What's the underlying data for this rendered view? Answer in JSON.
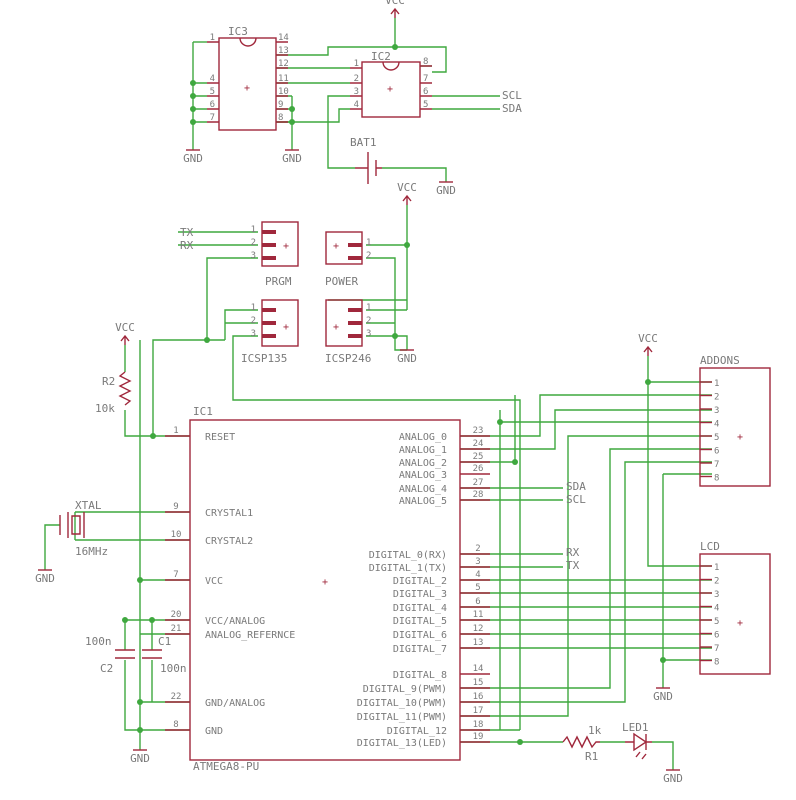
{
  "colors": {
    "wire": "#3fa83f",
    "part": "#a0283c",
    "text": "#7a7a7a"
  },
  "ic1": {
    "name": "IC1",
    "value": "ATMEGA8-PU",
    "left": [
      {
        "num": "1",
        "label": "RESET"
      },
      {
        "num": "9",
        "label": "CRYSTAL1"
      },
      {
        "num": "10",
        "label": "CRYSTAL2"
      },
      {
        "num": "7",
        "label": "VCC"
      },
      {
        "num": "20",
        "label": "VCC/ANALOG"
      },
      {
        "num": "21",
        "label": "ANALOG_REFERNCE"
      },
      {
        "num": "22",
        "label": "GND/ANALOG"
      },
      {
        "num": "8",
        "label": "GND"
      }
    ],
    "right": [
      {
        "num": "23",
        "label": "ANALOG_0"
      },
      {
        "num": "24",
        "label": "ANALOG_1"
      },
      {
        "num": "25",
        "label": "ANALOG_2"
      },
      {
        "num": "26",
        "label": "ANALOG_3"
      },
      {
        "num": "27",
        "label": "ANALOG_4"
      },
      {
        "num": "28",
        "label": "ANALOG_5"
      },
      {
        "num": "2",
        "label": "DIGITAL_0(RX)"
      },
      {
        "num": "3",
        "label": "DIGITAL_1(TX)"
      },
      {
        "num": "4",
        "label": "DIGITAL_2"
      },
      {
        "num": "5",
        "label": "DIGITAL_3"
      },
      {
        "num": "6",
        "label": "DIGITAL_4"
      },
      {
        "num": "11",
        "label": "DIGITAL_5"
      },
      {
        "num": "12",
        "label": "DIGITAL_6"
      },
      {
        "num": "13",
        "label": "DIGITAL_7"
      },
      {
        "num": "14",
        "label": "DIGITAL_8"
      },
      {
        "num": "15",
        "label": "DIGITAL_9(PWM)"
      },
      {
        "num": "16",
        "label": "DIGITAL_10(PWM)"
      },
      {
        "num": "17",
        "label": "DIGITAL_11(PWM)"
      },
      {
        "num": "18",
        "label": "DIGITAL_12"
      },
      {
        "num": "19",
        "label": "DIGITAL_13(LED)"
      }
    ]
  },
  "ic3": {
    "name": "IC3",
    "left": [
      "1",
      "4",
      "5",
      "6",
      "7"
    ],
    "right": [
      "14",
      "13",
      "12",
      "11",
      "10",
      "9",
      "8"
    ]
  },
  "ic2": {
    "name": "IC2",
    "left": [
      "1",
      "2",
      "3",
      "4"
    ],
    "right": [
      "8",
      "7",
      "6",
      "5"
    ]
  },
  "bat": {
    "name": "BAT1"
  },
  "prgm": {
    "name": "PRGM",
    "pins": [
      "1",
      "2",
      "3"
    ]
  },
  "power": {
    "name": "POWER",
    "pins": [
      "1",
      "2"
    ]
  },
  "icsp135": {
    "name": "ICSP135",
    "pins": [
      "1",
      "2",
      "3"
    ]
  },
  "icsp246": {
    "name": "ICSP246",
    "pins": [
      "1",
      "2",
      "3"
    ]
  },
  "addons": {
    "name": "ADDONS",
    "pins": [
      "1",
      "2",
      "3",
      "4",
      "5",
      "6",
      "7",
      "8"
    ]
  },
  "lcd": {
    "name": "LCD",
    "pins": [
      "1",
      "2",
      "3",
      "4",
      "5",
      "6",
      "7",
      "8"
    ]
  },
  "r2": {
    "name": "R2",
    "value": "10k"
  },
  "r1": {
    "name": "R1",
    "value": "1k"
  },
  "led1": {
    "name": "LED1"
  },
  "xtal": {
    "name": "XTAL",
    "value": "16MHz"
  },
  "c1": {
    "name": "C1",
    "value": "100n"
  },
  "c2": {
    "name": "C2",
    "value": "100n"
  },
  "nets": {
    "vcc": "VCC",
    "gnd": "GND",
    "scl": "SCL",
    "sda": "SDA",
    "tx": "TX",
    "rx": "RX"
  }
}
